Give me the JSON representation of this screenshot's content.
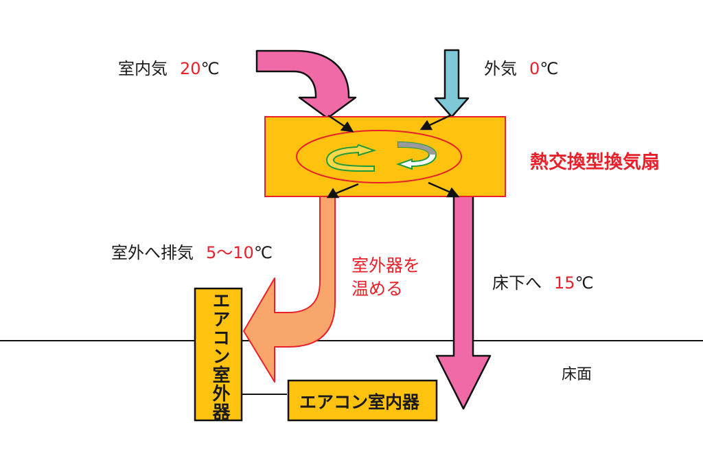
{
  "indoor_air": {
    "label": "室内気",
    "temp": "20",
    "unit": "℃"
  },
  "outdoor_air": {
    "label": "外気",
    "temp": "0",
    "unit": "℃"
  },
  "device": {
    "title": "熱交換型換気扇"
  },
  "exhaust": {
    "label": "室外へ排気",
    "temp": "5〜10",
    "unit": "℃"
  },
  "warm_note": {
    "line1": "室外器を",
    "line2": "温める"
  },
  "underfloor": {
    "label": "床下へ",
    "temp": "15",
    "unit": "℃"
  },
  "floor": {
    "label": "床面"
  },
  "outdoor_unit": {
    "label": "エアコン室外器"
  },
  "indoor_unit": {
    "label": "エアコン室内器"
  },
  "colors": {
    "warm_arrow": "#f06aa8",
    "cold_arrow": "#7ec8d8",
    "exhaust_arrow": "#f9a66c",
    "box_fill": "#ffc20e",
    "accent_red": "#e8202a",
    "rotor_green": "#1e9a3a"
  }
}
